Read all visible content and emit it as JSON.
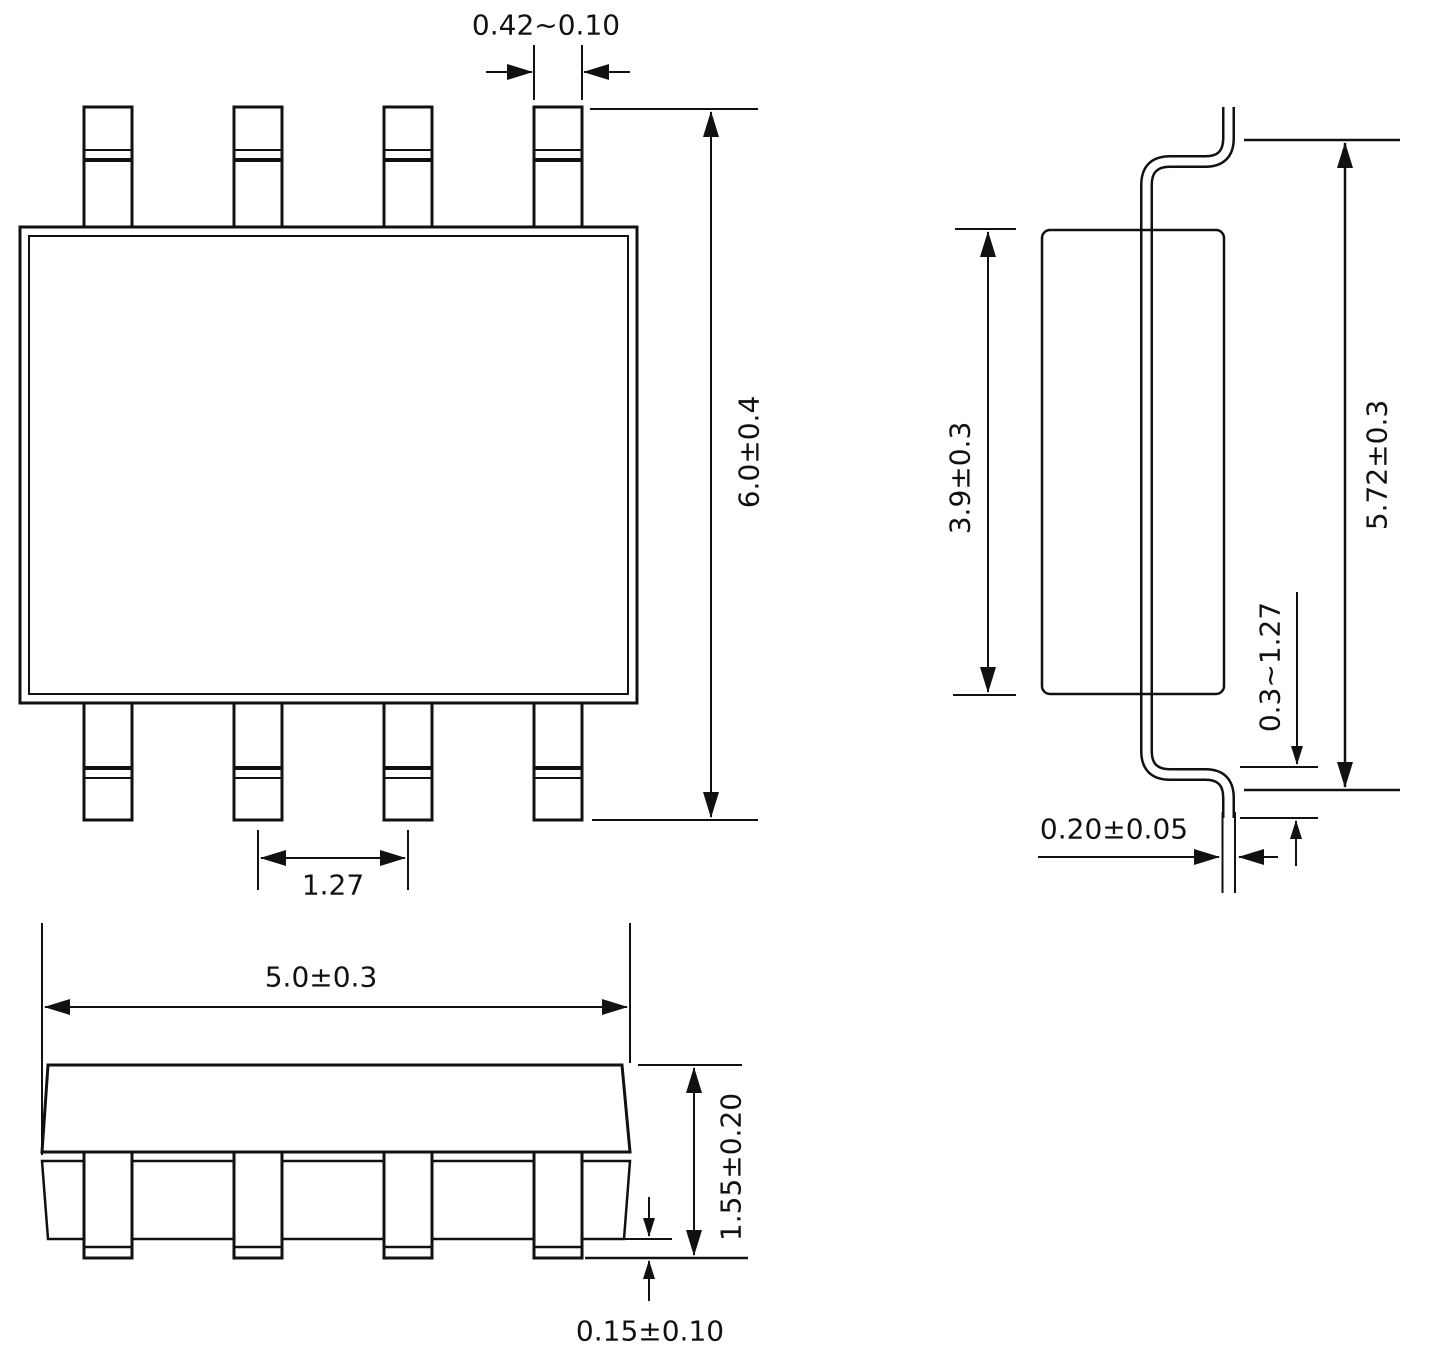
{
  "drawing": {
    "background": "#ffffff",
    "line_color": "#111111",
    "views": {
      "top_view": {
        "dimensions": {
          "pin_width": "0.42~0.10",
          "overall_length": "6.0±0.4",
          "pin_pitch": "1.27"
        }
      },
      "side_view": {
        "dimensions": {
          "body_width": "3.9±0.3",
          "lead_span": "5.72±0.3",
          "foot_length": "0.3~1.27",
          "lead_thickness": "0.20±0.05"
        }
      },
      "front_view": {
        "dimensions": {
          "body_length": "5.0±0.3",
          "overall_height": "1.55±0.20",
          "standoff": "0.15±0.10"
        }
      }
    }
  }
}
